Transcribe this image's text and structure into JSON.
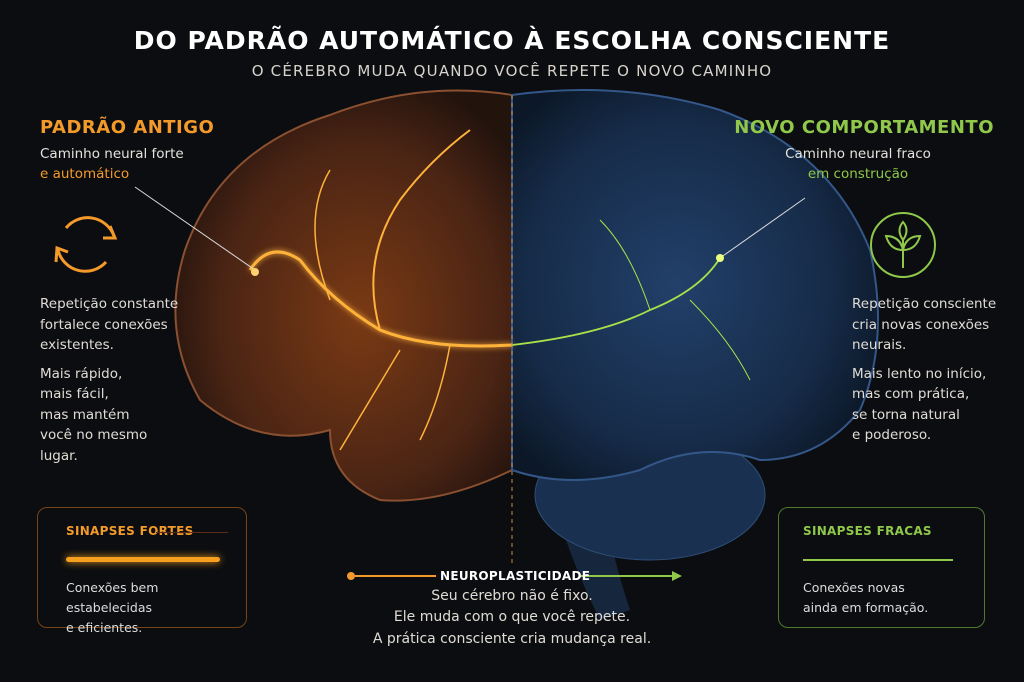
{
  "header": {
    "title": "DO PADRÃO AUTOMÁTICO À ESCOLHA CONSCIENTE",
    "subtitle": "O CÉREBRO MUDA QUANDO VOCÊ REPETE O NOVO CAMINHO"
  },
  "left": {
    "heading": "PADRÃO ANTIGO",
    "line1": "Caminho neural forte",
    "line2": "e automático",
    "icon": "cycle-arrows-icon",
    "para1": [
      "Repetição constante",
      "fortalece conexões",
      "existentes."
    ],
    "para2": [
      "Mais rápido,",
      "mais fácil,",
      "mas mantém",
      "você no mesmo",
      "lugar."
    ],
    "box_title": "SINAPSES FORTES",
    "box_text": [
      "Conexões bem estabelecidas",
      "e eficientes."
    ]
  },
  "right": {
    "heading": "NOVO COMPORTAMENTO",
    "line1": "Caminho neural fraco",
    "line2": "em construção",
    "icon": "sprout-icon",
    "para1": [
      "Repetição consciente",
      "cria novas conexões",
      "neurais."
    ],
    "para2": [
      "Mais lento no início,",
      "mas com prática,",
      "se torna natural",
      "e poderoso."
    ],
    "box_title": "SINAPSES FRACAS",
    "box_text": [
      "Conexões novas",
      "ainda em formação."
    ]
  },
  "center": {
    "label": "NEUROPLASTICIDADE",
    "lines": [
      "Seu cérebro não é fixo.",
      "Ele muda com o que você repete.",
      "A prática consciente cria mudança real."
    ]
  },
  "colors": {
    "orange": "#f39a2a",
    "green": "#8fc84a",
    "background": "#0b0d10",
    "brain_right": "#1c3352"
  }
}
